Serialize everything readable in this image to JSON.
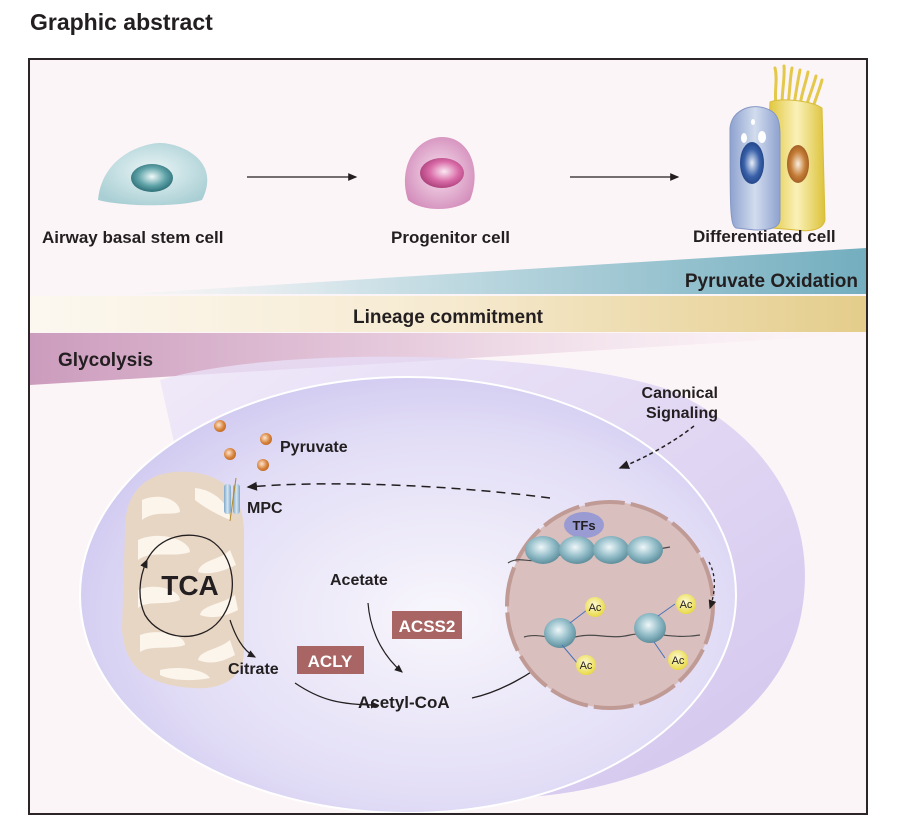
{
  "title": "Graphic abstract",
  "stages": [
    {
      "label": "Airway basal stem cell",
      "cell_color": "#bcdcdf",
      "nucleus_color": "#3f8a90"
    },
    {
      "label": "Progenitor cell",
      "cell_color": "#dc9ac3",
      "nucleus_color": "#c45a9a"
    },
    {
      "label": "Differentiated cell",
      "cell_colors": [
        "#9fb2d6",
        "#e6cf55"
      ],
      "nucleus_colors": [
        "#2b4f95",
        "#b86a25"
      ]
    }
  ],
  "gradients": {
    "pyruvate_oxidation": {
      "label": "Pyruvate Oxidation",
      "color": "#7fb3c1"
    },
    "lineage_commitment": {
      "label": "Lineage commitment",
      "color": "#e3cc8a"
    },
    "glycolysis": {
      "label": "Glycolysis",
      "color": "#cf9ebf"
    }
  },
  "cell_interior": {
    "pyruvate_label": "Pyruvate",
    "mpc_label": "MPC",
    "tca_label": "TCA",
    "acetate_label": "Acetate",
    "citrate_label": "Citrate",
    "acetyl_coa_label": "Acetyl-CoA",
    "enzymes": [
      {
        "label": "ACLY",
        "color": "#a96464"
      },
      {
        "label": "ACSS2",
        "color": "#a96464"
      }
    ],
    "canonical_signaling_label": "Canonical\nSignaling",
    "canonical_signaling_lines": [
      "Canonical",
      "Signaling"
    ],
    "tfs_label": "TFs",
    "acetyl_mark_label": "Ac"
  },
  "colors": {
    "frame_bg": "#fcf5f7",
    "cytoplasm": "#dcd8f5",
    "cell_shell": "#cdbfee",
    "nucleus": "#d9bfbd",
    "nucleus_envelope": "#bf9590",
    "mitochondria_outer": "#e8d6c4",
    "mitochondria_inner": "#fbf5ec",
    "pyruvate_dot": "#d77b30",
    "histone": "#8fbac6",
    "ac_mark": "#f0e468",
    "tfs_oval": "#9a9bd3"
  }
}
